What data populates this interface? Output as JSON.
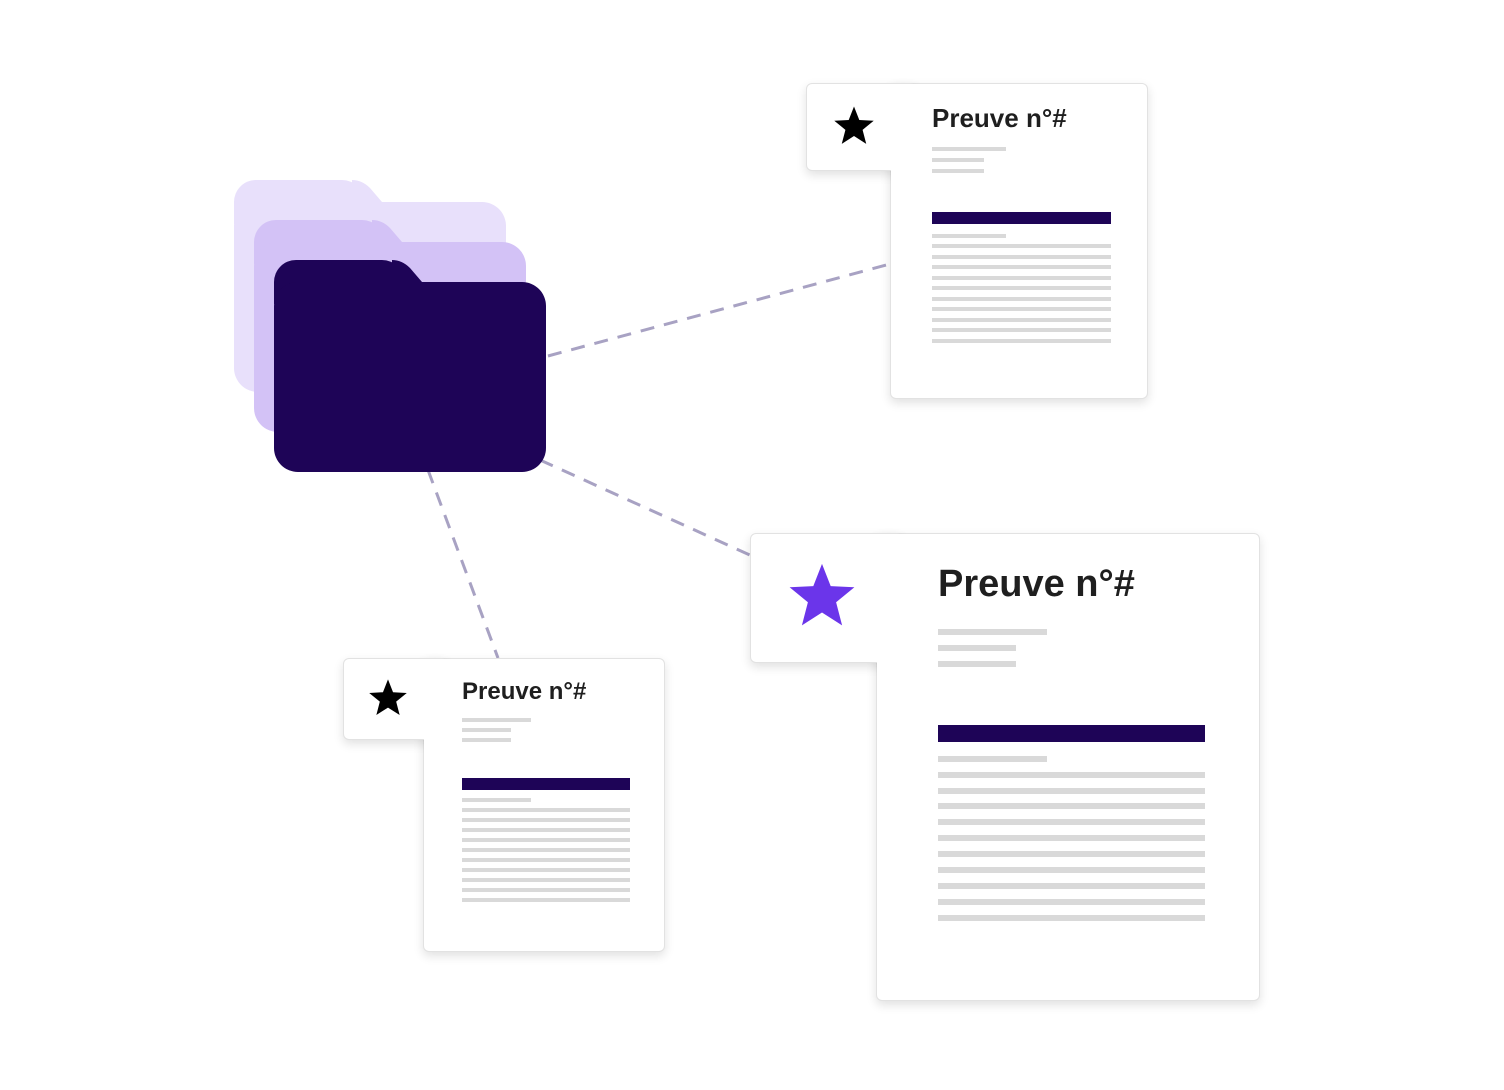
{
  "colors": {
    "folder_front": "#1e0457",
    "folder_middle": "#d3c2f6",
    "folder_back": "#e8e0fb",
    "accent_star": "#6b35ea",
    "star_default": "#000000",
    "connector": "#a8a2c3",
    "placeholder_line": "#d9d9d9",
    "header_bar": "#1e0457"
  },
  "folder": {
    "icon": "folder-icon",
    "stack_layers": 3
  },
  "cards": [
    {
      "id": "card-top",
      "title": "Preuve n°#",
      "icon": "star-icon",
      "highlighted": false
    },
    {
      "id": "card-large",
      "title": "Preuve n°#",
      "icon": "star-icon",
      "highlighted": true
    },
    {
      "id": "card-bottom",
      "title": "Preuve n°#",
      "icon": "star-icon",
      "highlighted": false
    }
  ]
}
